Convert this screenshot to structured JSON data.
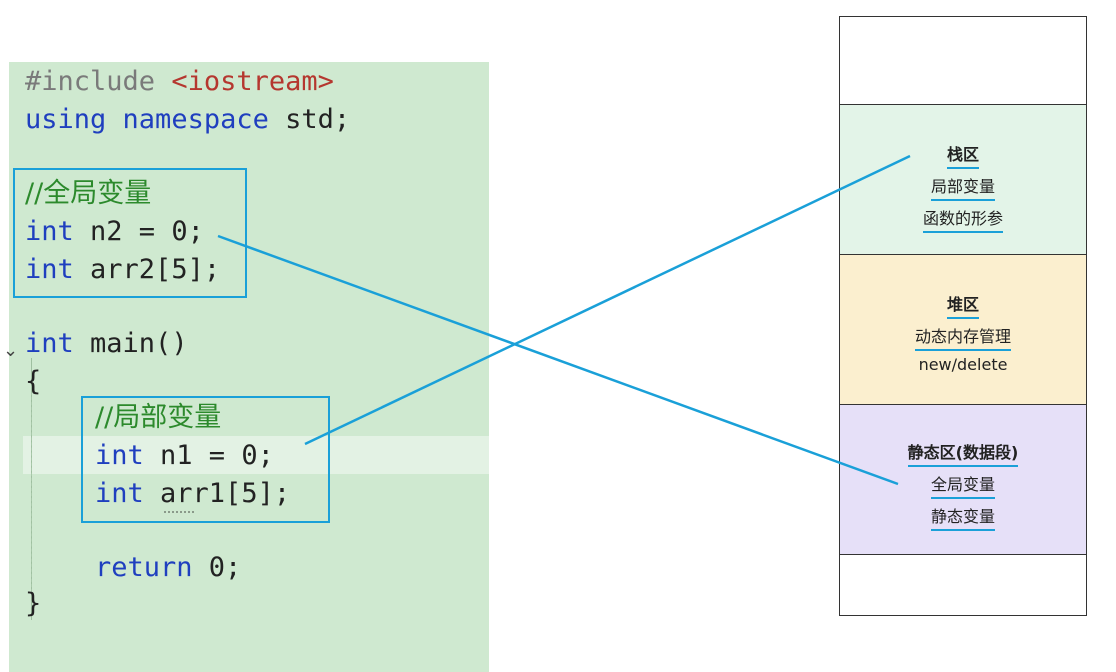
{
  "code": {
    "lines": {
      "l1": {
        "pre": "#include ",
        "str": "<iostream>"
      },
      "l2": {
        "kw1": "using",
        "kw2": "namespace",
        "txt": " std;"
      },
      "l3": {
        "cmt": "//全局变量"
      },
      "l4": {
        "kw": "int",
        "txt": " n2 = 0;"
      },
      "l5": {
        "kw": "int",
        "txt": " arr2[5];"
      },
      "l6": {
        "kw": "int",
        "txt": " main()"
      },
      "l7": {
        "txt": "{"
      },
      "l8": {
        "cmt": "//局部变量"
      },
      "l9": {
        "kw": "int",
        "txt": " n1 = 0;"
      },
      "l10": {
        "kw": "int",
        "txt": " arr1[5];"
      },
      "l11": {
        "kw": "return",
        "txt": " 0;"
      },
      "l12": {
        "txt": "}"
      }
    },
    "fold_glyph": "⌄"
  },
  "memory": {
    "stack": {
      "title": "栈区",
      "lines": [
        "局部变量",
        "函数的形参"
      ],
      "color": "#e3f4e8"
    },
    "heap": {
      "title": "堆区",
      "lines": [
        "动态内存管理",
        "new/delete"
      ],
      "color": "#fbefcf"
    },
    "static": {
      "title": "静态区(数据段)",
      "lines": [
        "全局变量",
        "静态变量"
      ],
      "color": "#e6e0f8"
    }
  },
  "colors": {
    "accent": "#1aa0d8",
    "code_bg": "#cfe9d0"
  }
}
